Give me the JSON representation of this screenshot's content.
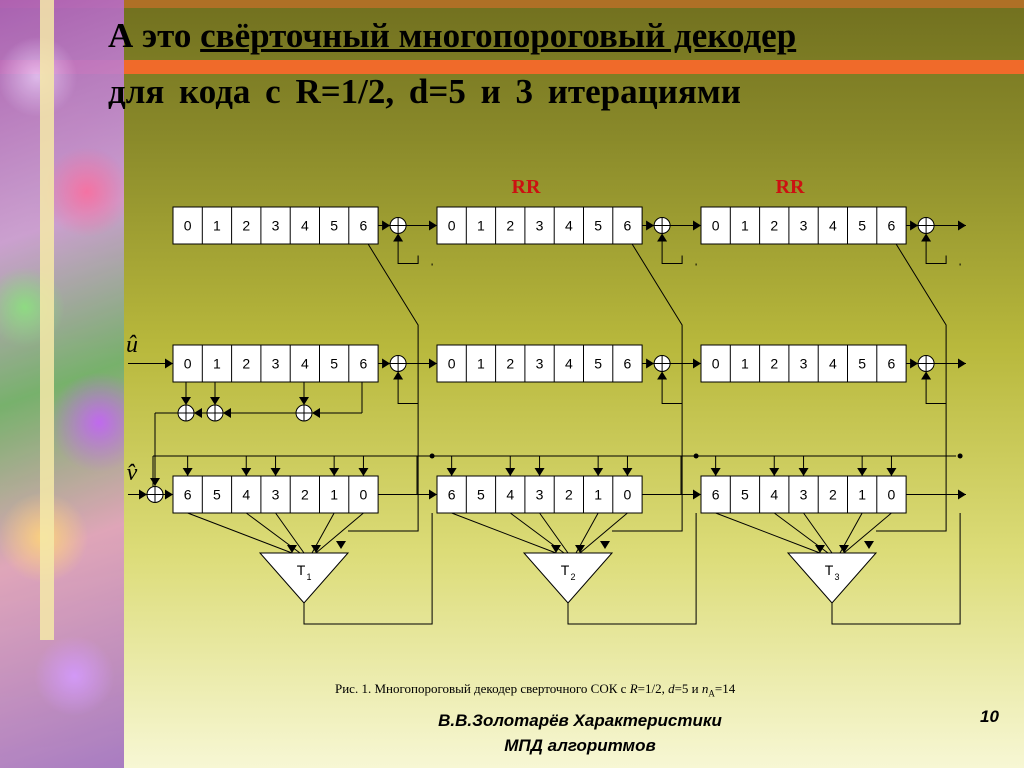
{
  "title": {
    "prefix": "А это ",
    "underlined": "свёрточный многопороговый декодер",
    "line2": "для кода с   R=1/2,   d=5   и    3    итерациями"
  },
  "diagram": {
    "top_cells": [
      "0",
      "1",
      "2",
      "3",
      "4",
      "5",
      "6"
    ],
    "bottom_cells": [
      "6",
      "5",
      "4",
      "3",
      "2",
      "1",
      "0"
    ],
    "rr_label": "RR",
    "u_label": "û",
    "v_label": "v̂",
    "thresholds": [
      {
        "main": "T",
        "sub": "1"
      },
      {
        "main": "T",
        "sub": "2"
      },
      {
        "main": "T",
        "sub": "3"
      }
    ]
  },
  "caption": {
    "prefix": "Рис. 1. Многопороговый декодер сверточного СОК с ",
    "r_var": "R",
    "r_val": "=1/2, ",
    "d_var": "d",
    "d_val": "=5 и ",
    "n_var": "n",
    "n_sub": "A",
    "n_val": "=14"
  },
  "footer": {
    "line1": "В.В.Золотарёв     Характеристики",
    "line2": "МПД  алгоритмов"
  },
  "page_number": "10",
  "colors": {
    "accent_orange": "#f06a2a",
    "rr_red": "#cc1111"
  }
}
